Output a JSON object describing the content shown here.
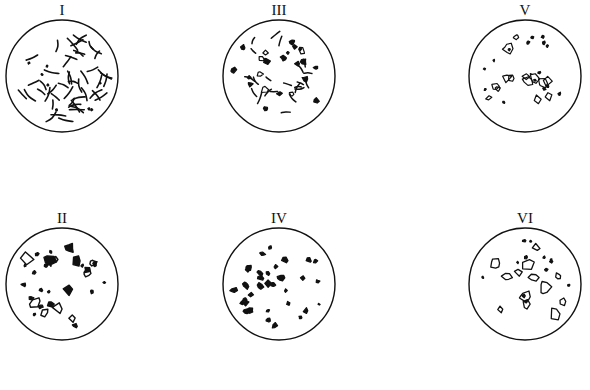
{
  "diagram": {
    "nodes": [
      {
        "text": [
          "I"
        ]
      },
      {
        "text": [
          "III"
        ]
      },
      {
        "text": [
          "V"
        ]
      },
      {
        "text": [
          "II"
        ]
      },
      {
        "text": [
          "IV"
        ]
      },
      {
        "text": [
          "VI"
        ]
      }
    ]
  }
}
